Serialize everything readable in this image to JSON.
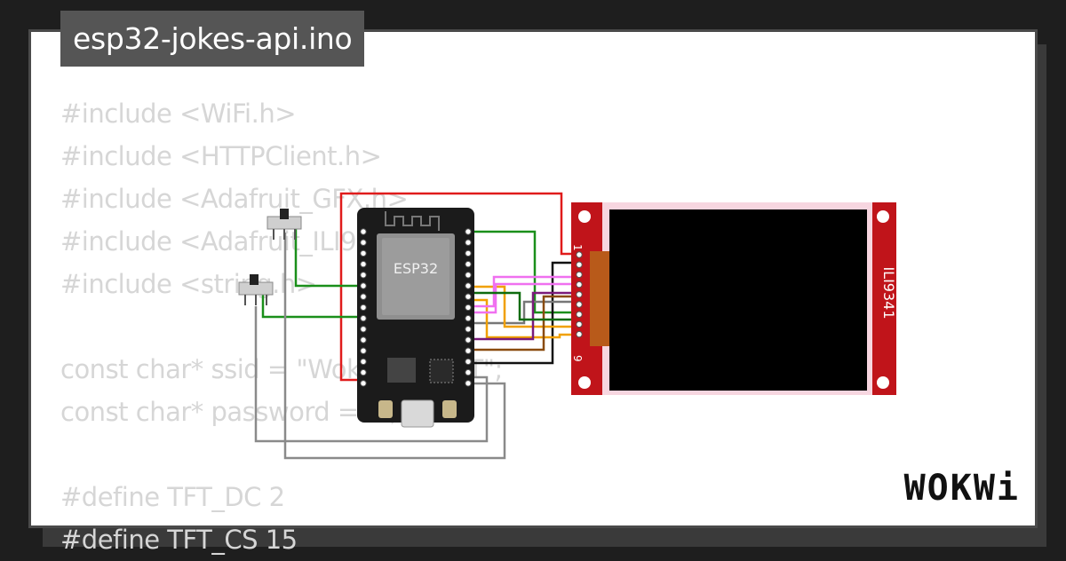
{
  "title": "esp32-jokes-api.ino",
  "code_lines": [
    "#include <WiFi.h>",
    "#include <HTTPClient.h>",
    "#include <Adafruit_GFX.h>",
    "#include <Adafruit_ILI9341.h>",
    "#include <string.h>",
    "",
    "const char* ssid = \"Wokwi-GUEST\";",
    "const char* password = \"\";",
    "",
    "#define TFT_DC 2",
    "#define TFT_CS 15"
  ],
  "esp32": {
    "label": "ESP32"
  },
  "display": {
    "label": "ILI9341",
    "pin_first": "1",
    "pin_last": "9"
  },
  "logo": "WOKWi",
  "colors": {
    "frame": "#4a4a4a",
    "title_bg": "#555555",
    "code_text": "#d6d6d6",
    "display_board": "#c0141a"
  }
}
